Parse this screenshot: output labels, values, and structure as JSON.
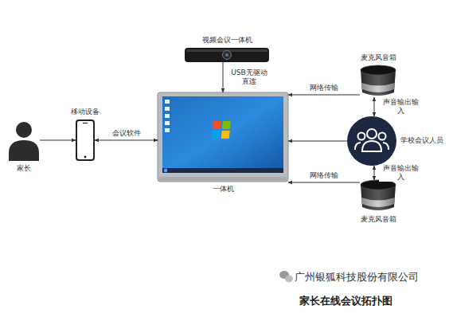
{
  "diagram": {
    "caption": "家长在线会议拓扑图",
    "nodes": [
      {
        "text": [
          "视频会议一体机"
        ]
      },
      {
        "text": [
          "麦克风音箱"
        ]
      },
      {
        "text": [
          "家长"
        ]
      },
      {
        "text": [
          "移动设备"
        ]
      },
      {
        "text": [
          "一体机"
        ]
      },
      {
        "text": [
          "学校会议人员"
        ]
      },
      {
        "text": [
          "麦克风音箱"
        ]
      }
    ],
    "edges": [
      {
        "from": 0,
        "to": 4,
        "arrow": "to",
        "label": "USB无驱动 直连"
      },
      {
        "from": 2,
        "to": 3,
        "arrow": "to"
      },
      {
        "from": 3,
        "to": 4,
        "arrow": "both",
        "label": "会议软件"
      },
      {
        "from": 1,
        "to": 4,
        "arrow": "to",
        "label": "网络传输"
      },
      {
        "from": 5,
        "to": 4,
        "arrow": "to"
      },
      {
        "from": 6,
        "to": 4,
        "arrow": "to",
        "label": "网络传输"
      },
      {
        "from": 1,
        "to": 5,
        "arrow": "both",
        "label": "声音输出输入"
      },
      {
        "from": 6,
        "to": 5,
        "arrow": "both",
        "label": "声音输出输入"
      }
    ],
    "labels": [
      "广州银狐科技股份有限公司"
    ]
  }
}
